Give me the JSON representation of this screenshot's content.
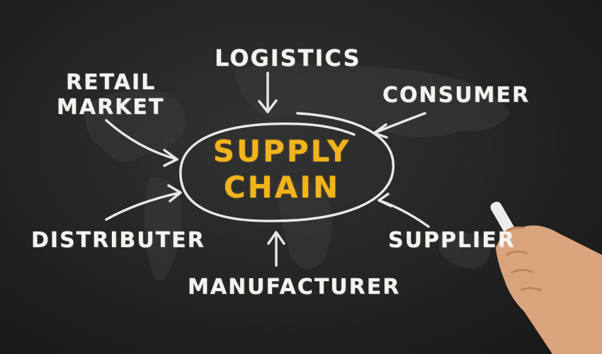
{
  "diagram": {
    "center": {
      "line1": "SUPPLY",
      "line2": "CHAIN"
    },
    "nodes": {
      "logistics": "LOGISTICS",
      "retail_line1": "RETAIL",
      "retail_line2": "MARKET",
      "consumer": "CONSUMER",
      "distributer": "DISTRIBUTER",
      "supplier": "SUPPLIER",
      "manufacturer": "MANUFACTURER"
    }
  },
  "colors": {
    "board": "#262626",
    "chalk": "#f3f3f0",
    "center_text": "#f2b41c"
  }
}
